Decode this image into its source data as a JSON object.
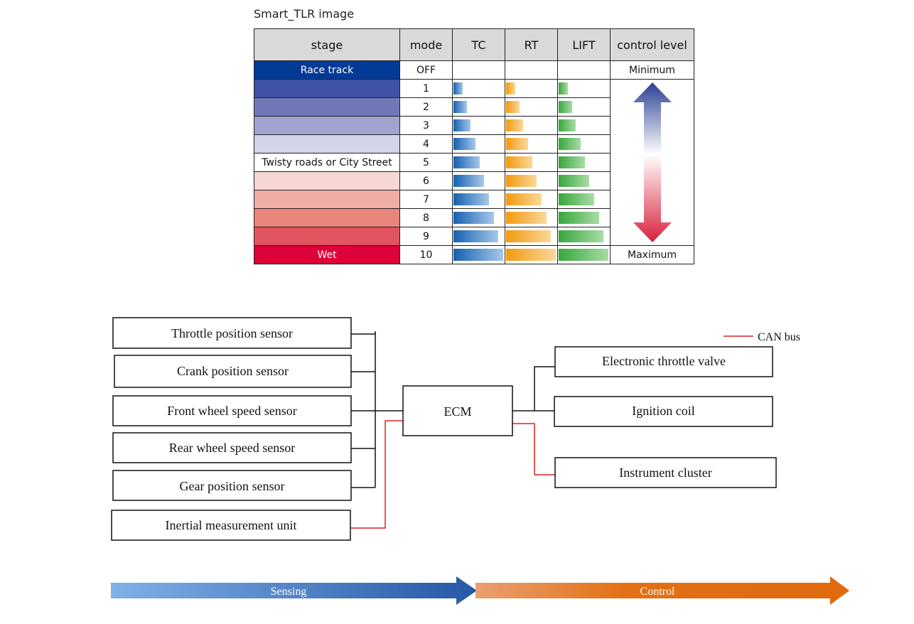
{
  "table": {
    "caption": "Smart_TLR image",
    "headers": [
      "stage",
      "mode",
      "TC",
      "RT",
      "LIFT",
      "control level"
    ],
    "rows": [
      {
        "stage": "Race track",
        "stage_color": "#023a96",
        "stage_text_color": "#ffffff",
        "mode": "OFF",
        "tc": 0,
        "rt": 0,
        "lift": 0
      },
      {
        "stage": "",
        "stage_color": "#3f52a6",
        "mode": "1",
        "tc": 1,
        "rt": 1,
        "lift": 1
      },
      {
        "stage": "",
        "stage_color": "#7078ba",
        "mode": "2",
        "tc": 2,
        "rt": 2,
        "lift": 2
      },
      {
        "stage": "",
        "stage_color": "#a3a3d0",
        "mode": "3",
        "tc": 3,
        "rt": 3,
        "lift": 3
      },
      {
        "stage": "",
        "stage_color": "#d3d4ea",
        "mode": "4",
        "tc": 4,
        "rt": 4,
        "lift": 4
      },
      {
        "stage": "Twisty roads or City Street",
        "stage_color": "#ffffff",
        "stage_text_color": "#111111",
        "mode": "5",
        "tc": 5,
        "rt": 5,
        "lift": 5
      },
      {
        "stage": "",
        "stage_color": "#f7d7d3",
        "mode": "6",
        "tc": 6,
        "rt": 6,
        "lift": 6
      },
      {
        "stage": "",
        "stage_color": "#f0ada5",
        "mode": "7",
        "tc": 7,
        "rt": 7,
        "lift": 7
      },
      {
        "stage": "",
        "stage_color": "#ea857c",
        "mode": "8",
        "tc": 8,
        "rt": 8,
        "lift": 8
      },
      {
        "stage": "",
        "stage_color": "#e05560",
        "mode": "9",
        "tc": 9,
        "rt": 9,
        "lift": 9
      },
      {
        "stage": "Wet",
        "stage_color": "#de023a",
        "stage_text_color": "#ffffff",
        "mode": "10",
        "tc": 10,
        "rt": 10,
        "lift": 10
      }
    ],
    "control_level_top": "Minimum",
    "control_level_bottom": "Maximum",
    "max_level": 10
  },
  "diagram": {
    "sensors": [
      "Throttle position sensor",
      "Crank position sensor",
      "Front wheel speed sensor",
      "Rear wheel speed sensor",
      "Gear position sensor",
      "Inertial measurement unit"
    ],
    "ecm": "ECM",
    "outputs": [
      "Electronic throttle valve",
      "Ignition coil",
      "Instrument cluster"
    ],
    "legend": "CAN bus",
    "can_bus_color": "#e02020",
    "sensing_label": "Sensing",
    "control_label": "Control"
  },
  "colors": {
    "tc": "#1560b0",
    "rt": "#f29a10",
    "lift": "#38a63c",
    "arrow_top": "#2b3f94",
    "arrow_bottom": "#d8203c",
    "sensing_arrow": "#2f63b0",
    "control_arrow": "#e06a12"
  }
}
